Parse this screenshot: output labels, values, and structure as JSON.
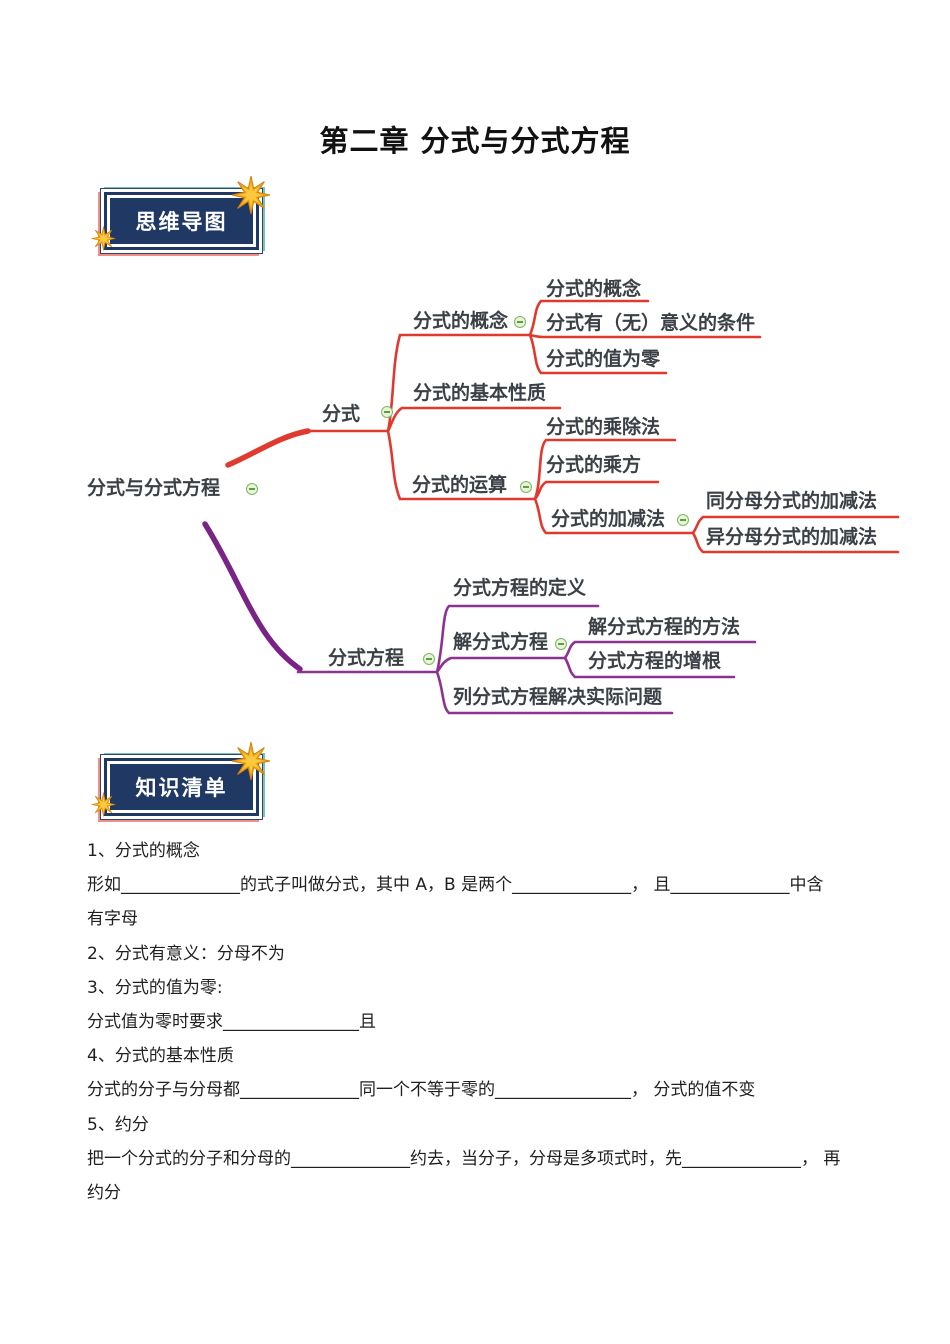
{
  "page": {
    "title": "第二章 分式与分式方程"
  },
  "badges": {
    "mindmap_label": "思维导图",
    "knowledge_label": "知识清单"
  },
  "mindmap": {
    "nodes": [
      {
        "id": "root",
        "label": "分式与分式方程",
        "branch": "root"
      },
      {
        "id": "fraction",
        "label": "分式",
        "branch": "red"
      },
      {
        "id": "concept-branch",
        "label": "分式的概念",
        "branch": "red"
      },
      {
        "id": "concept",
        "label": "分式的概念",
        "branch": "red"
      },
      {
        "id": "meaning-condition",
        "label": "分式有（无）意义的条件",
        "branch": "red"
      },
      {
        "id": "value-zero",
        "label": "分式的值为零",
        "branch": "red"
      },
      {
        "id": "basic-property",
        "label": "分式的基本性质",
        "branch": "red"
      },
      {
        "id": "operations",
        "label": "分式的运算",
        "branch": "red"
      },
      {
        "id": "mul-div",
        "label": "分式的乘除法",
        "branch": "red"
      },
      {
        "id": "power",
        "label": "分式的乘方",
        "branch": "red"
      },
      {
        "id": "add-sub",
        "label": "分式的加减法",
        "branch": "red"
      },
      {
        "id": "same-denominator",
        "label": "同分母分式的加减法",
        "branch": "red"
      },
      {
        "id": "diff-denominator",
        "label": "异分母分式的加减法",
        "branch": "red"
      },
      {
        "id": "fractional-equation",
        "label": "分式方程",
        "branch": "purple"
      },
      {
        "id": "equation-definition",
        "label": "分式方程的定义",
        "branch": "purple"
      },
      {
        "id": "solve-equation",
        "label": "解分式方程",
        "branch": "purple"
      },
      {
        "id": "solve-method",
        "label": "解分式方程的方法",
        "branch": "purple"
      },
      {
        "id": "extraneous-root",
        "label": "分式方程的增根",
        "branch": "purple"
      },
      {
        "id": "word-problems",
        "label": "列分式方程解决实际问题",
        "branch": "purple"
      }
    ],
    "colors": {
      "red_branch": "#e0392e",
      "purple_branch": "#8e3291",
      "label_text": "#3a4046",
      "collapse_green": "#7cb95c"
    }
  },
  "knowledge": {
    "lines": [
      "1、分式的概念",
      "形如______________的式子叫做分式，其中 A，B 是两个______________， 且______________中含",
      "有字母",
      "2、分式有意义：分母不为",
      "3、分式的值为零:",
      "分式值为零时要求________________且",
      "4、分式的基本性质",
      "分式的分子与分母都______________同一个不等于零的________________， 分式的值不变",
      "5、约分",
      "把一个分式的分子和分母的______________约去，当分子，分母是多项式时，先______________， 再",
      "约分"
    ]
  },
  "colors": {
    "badge_navy": "#1f3864",
    "star_gold": "#f5a81c",
    "title_black": "#111111"
  },
  "icons": {
    "collapse": "minus-circle",
    "badge_decoration": "sparkle-star"
  }
}
